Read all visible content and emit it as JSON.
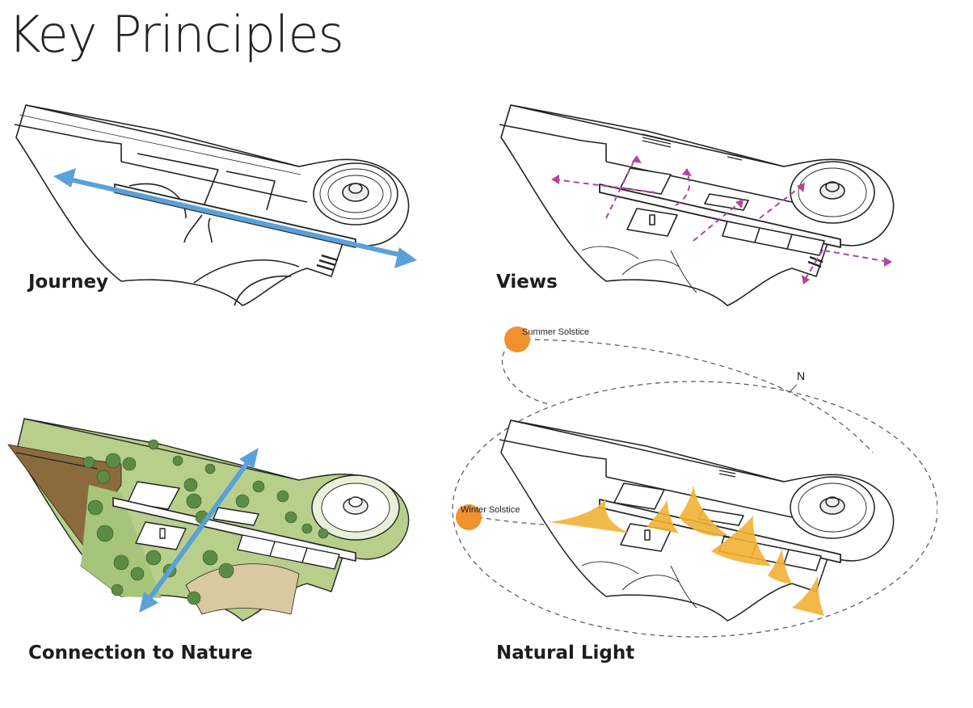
{
  "page": {
    "title": "Key Principles"
  },
  "panels": {
    "journey": {
      "caption": "Journey"
    },
    "views": {
      "caption": "Views"
    },
    "nature": {
      "caption": "Connection to Nature"
    },
    "light": {
      "caption": "Natural Light",
      "summer_label": "Summer Solstice",
      "winter_label": "Winter Solstice",
      "north_label": "N"
    }
  },
  "colors": {
    "journey_arrow": "#5aa1d8",
    "views_arrow": "#b0459b",
    "nature_green": "#7fae5a",
    "sun": "#f0912e",
    "light_wedge": "#f2b134"
  },
  "icons": [
    "double-arrow-icon",
    "dashed-arrow-icon",
    "sun-icon",
    "north-arrow-icon"
  ]
}
